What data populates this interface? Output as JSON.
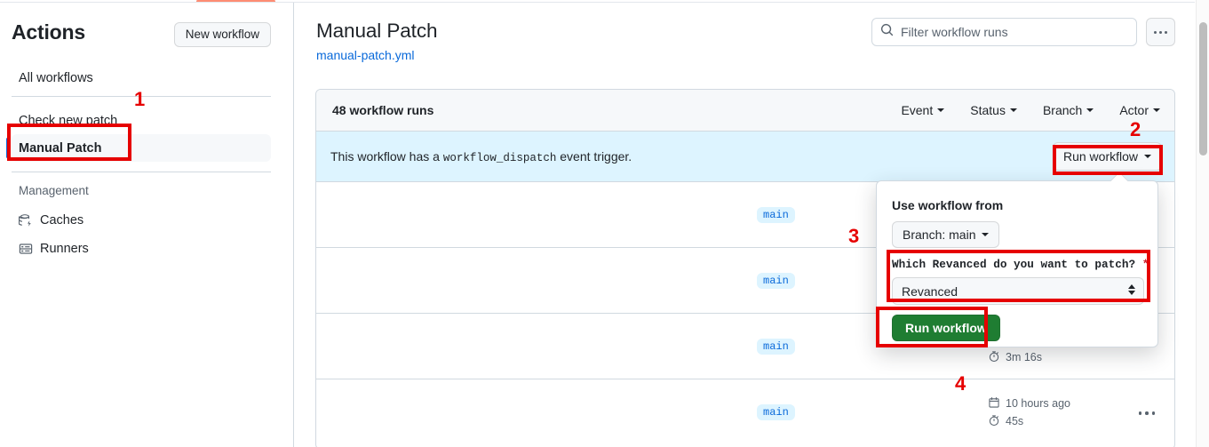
{
  "sidebar": {
    "title": "Actions",
    "new_workflow_label": "New workflow",
    "items": [
      {
        "label": "All workflows",
        "selected": false
      },
      {
        "label": "Check new patch",
        "selected": false
      },
      {
        "label": "Manual Patch",
        "selected": true
      }
    ],
    "management_heading": "Management",
    "management_items": [
      {
        "label": "Caches",
        "icon": "cache-icon"
      },
      {
        "label": "Runners",
        "icon": "server-icon"
      }
    ]
  },
  "header": {
    "title": "Manual Patch",
    "workflow_file": "manual-patch.yml",
    "filter_placeholder": "Filter workflow runs",
    "search_icon": "search-icon",
    "kebab_icon": "kebab-horizontal-icon"
  },
  "runs": {
    "count_label": "48 workflow runs",
    "filters": [
      {
        "label": "Event"
      },
      {
        "label": "Status"
      },
      {
        "label": "Branch"
      },
      {
        "label": "Actor"
      }
    ],
    "dispatch_banner": {
      "prefix": "This workflow has a",
      "code": "workflow_dispatch",
      "suffix": "event trigger.",
      "run_button_label": "Run workflow"
    },
    "rows": [
      {
        "branch": "main",
        "date": "",
        "duration": ""
      },
      {
        "branch": "main",
        "date": "",
        "duration": ""
      },
      {
        "branch": "main",
        "date": "",
        "duration": "3m 16s"
      },
      {
        "branch": "main",
        "date": "10 hours ago",
        "duration": "45s"
      }
    ]
  },
  "popover": {
    "use_workflow_from_label": "Use workflow from",
    "branch_selector_label": "Branch: main",
    "input_label": "Which Revanced do you want to patch?",
    "required_marker": "*",
    "select_value": "Revanced",
    "submit_label": "Run workflow"
  },
  "annotations": [
    {
      "number": "1"
    },
    {
      "number": "2"
    },
    {
      "number": "3"
    },
    {
      "number": "4"
    }
  ],
  "colors": {
    "accent_blue": "#0969da",
    "banner_blue": "#ddf4ff",
    "green_button": "#1f7d32",
    "annotation_red": "#e60000",
    "tab_orange": "#fd8c73"
  }
}
